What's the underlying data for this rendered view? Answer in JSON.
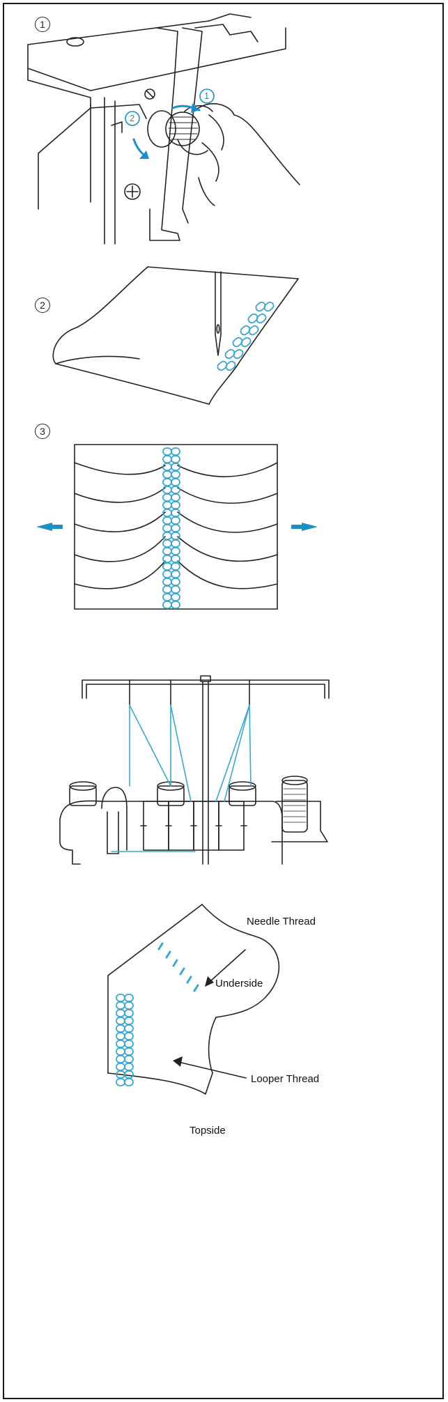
{
  "colors": {
    "thread": "#3aa7cf",
    "line": "#222222",
    "arrow": "#1b8fc6"
  },
  "steps": {
    "step1": "1",
    "step2": "2",
    "step3": "3",
    "knob_arrow_1": "1",
    "knob_arrow_2": "2"
  },
  "labels": {
    "needle_thread": "Needle Thread",
    "underside": "Underside",
    "looper_thread": "Looper Thread",
    "topside": "Topside"
  }
}
